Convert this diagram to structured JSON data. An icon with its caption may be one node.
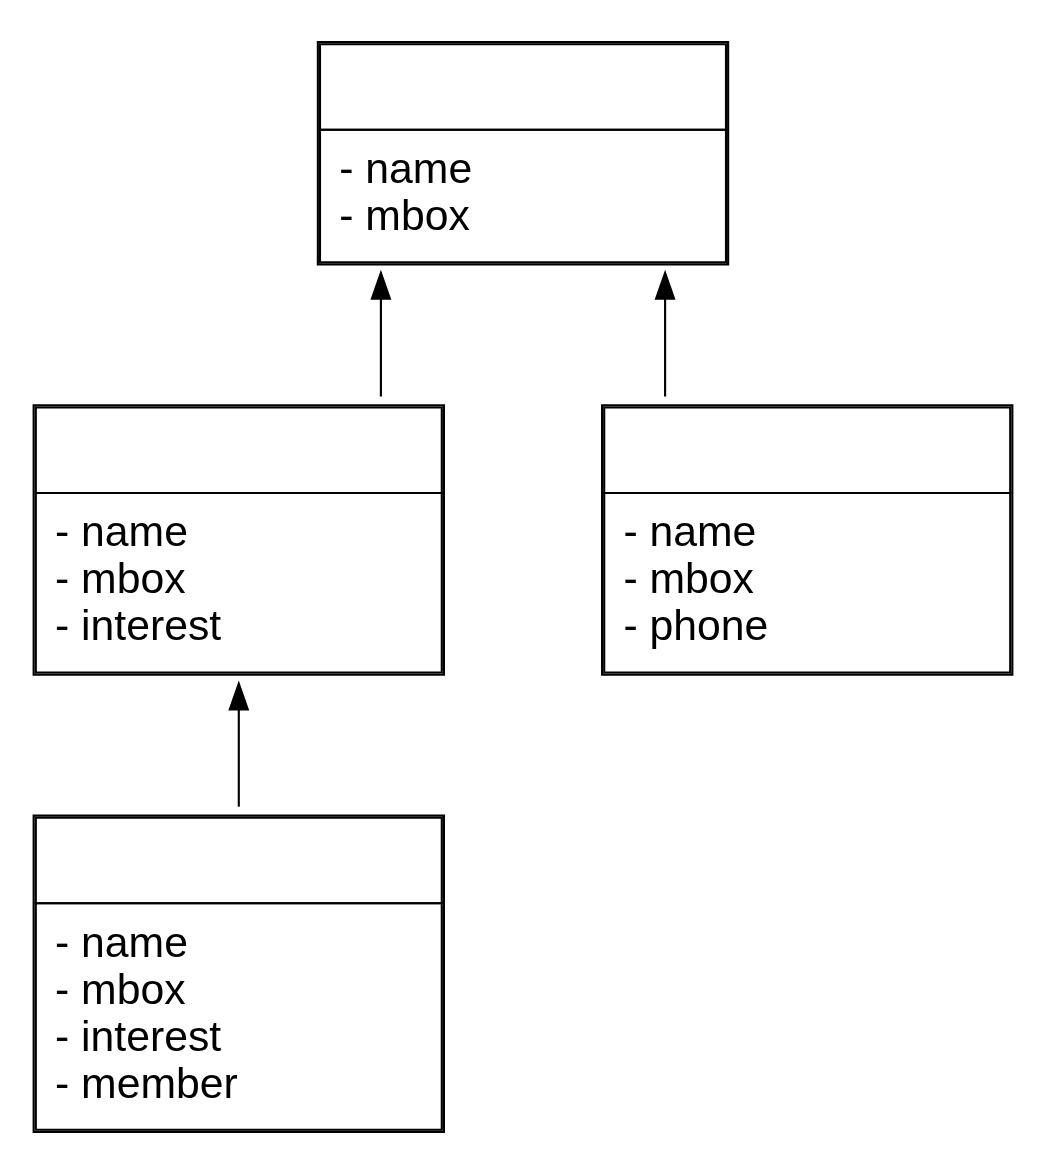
{
  "diagram": {
    "nodes": [
      {
        "text": [
          "- name",
          "- mbox"
        ]
      },
      {
        "text": [
          "- name",
          "- mbox",
          "- interest"
        ]
      },
      {
        "text": [
          "- name",
          "- mbox",
          "- phone"
        ]
      },
      {
        "text": [
          "- name",
          "- mbox",
          "- interest",
          "- member"
        ]
      }
    ],
    "edges": [
      {
        "from": 1,
        "to": 0,
        "arrow": "to"
      },
      {
        "from": 2,
        "to": 0,
        "arrow": "to"
      },
      {
        "from": 3,
        "to": 1,
        "arrow": "to"
      }
    ]
  }
}
